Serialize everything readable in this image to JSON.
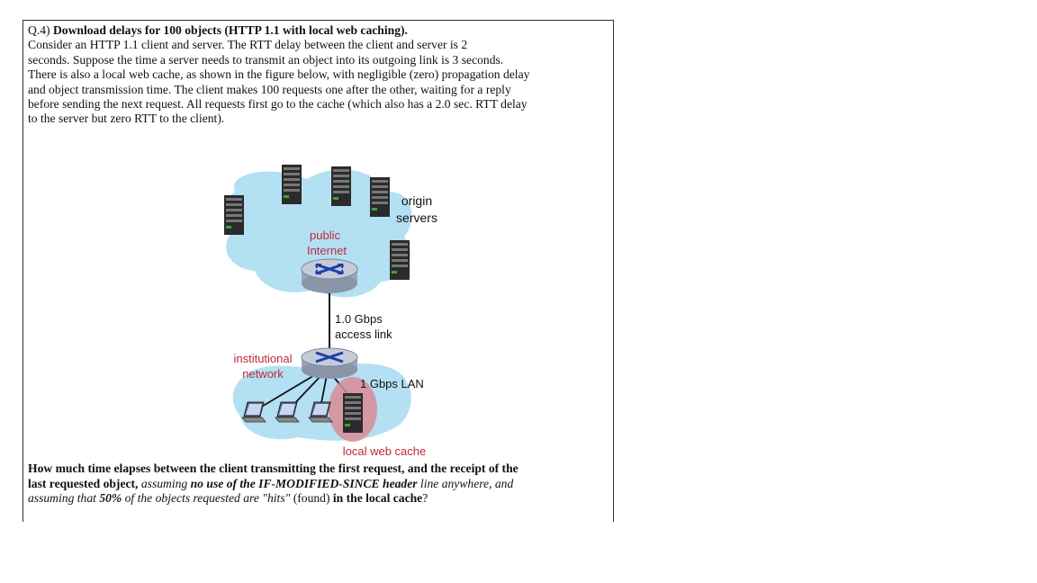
{
  "question": {
    "number": "Q.4)",
    "title": "Download delays for 100 objects (HTTP 1.1 with local web caching).",
    "lines": [
      "Consider an HTTP 1.1 client and server. The RTT delay between the client and server is 2",
      "seconds.  Suppose the time a server needs to transmit an object into its outgoing link is 3 seconds.",
      "There is also a local web cache, as shown in the figure below, with negligible (zero) propagation delay",
      "and object transmission time. The client makes 100 requests one after the other, waiting for a reply",
      "before sending the next request.  All requests first go to the cache (which also has a 2.0 sec. RTT delay",
      "to the server but zero RTT to the client)."
    ]
  },
  "diagram": {
    "origin_label_1": "origin",
    "origin_label_2": "servers",
    "public_label_1": "public",
    "public_label_2": "Internet",
    "access_label_1": "1.0 Gbps",
    "access_label_2": "access link",
    "inst_label_1": "institutional",
    "inst_label_2": "network",
    "lan_label": "1 Gbps LAN",
    "cache_label": "local web cache",
    "colors": {
      "cloud": "#b3e0f2",
      "red_label": "#c0283c",
      "cache_highlight": "#d98a96"
    }
  },
  "final_question": {
    "line1_bold": "How much time elapses between the client transmitting the first request, and the receipt of the",
    "line2_bold": "last requested object,",
    "line2_italic": " assuming ",
    "line2_bolditalic": "no use of the IF-MODIFIED-SINCE header",
    "line2_italic_end": " line anywhere, and",
    "line3_italic": "assuming that ",
    "line3_bolditalic": "50%",
    "line3_italic2": " of the objects requested are \"hits\"",
    "line3_plain": " (found) ",
    "line3_bold": "in the local cache",
    "line3_end": "?"
  }
}
